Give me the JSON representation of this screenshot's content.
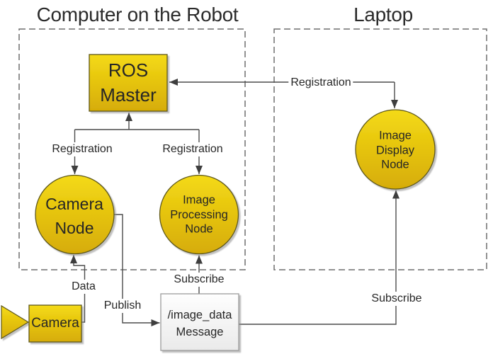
{
  "groups": {
    "robot": {
      "title": "Computer on the Robot"
    },
    "laptop": {
      "title": "Laptop"
    }
  },
  "nodes": {
    "ros_master": {
      "label": "ROS\nMaster"
    },
    "camera_node": {
      "label": "Camera\nNode"
    },
    "image_processing_node": {
      "label": "Image\nProcessing\nNode"
    },
    "image_display_node": {
      "label": "Image\nDisplay\nNode"
    },
    "camera_device": {
      "label": "Camera"
    },
    "image_data_message": {
      "label": "/image_data\nMessage"
    }
  },
  "edges": {
    "registration_camera": {
      "label": "Registration"
    },
    "registration_processing": {
      "label": "Registration"
    },
    "registration_display": {
      "label": "Registration"
    },
    "data": {
      "label": "Data"
    },
    "publish": {
      "label": "Publish"
    },
    "subscribe_processing": {
      "label": "Subscribe"
    },
    "subscribe_display": {
      "label": "Subscribe"
    }
  },
  "colors": {
    "node_fill_top": "#F4DA16",
    "node_fill_bottom": "#D6AC06",
    "node_stroke": "#5E581C",
    "message_fill_top": "#FEFEFE",
    "message_fill_bottom": "#EAEAEA",
    "message_stroke": "#9B9B9B",
    "line": "#4C4C4C",
    "arrowhead": "#3E3E3E",
    "dashed_border": "#6E6E6E",
    "text": "#262626",
    "shadow": "#8C8C8C",
    "background": "#FFFFFF"
  }
}
